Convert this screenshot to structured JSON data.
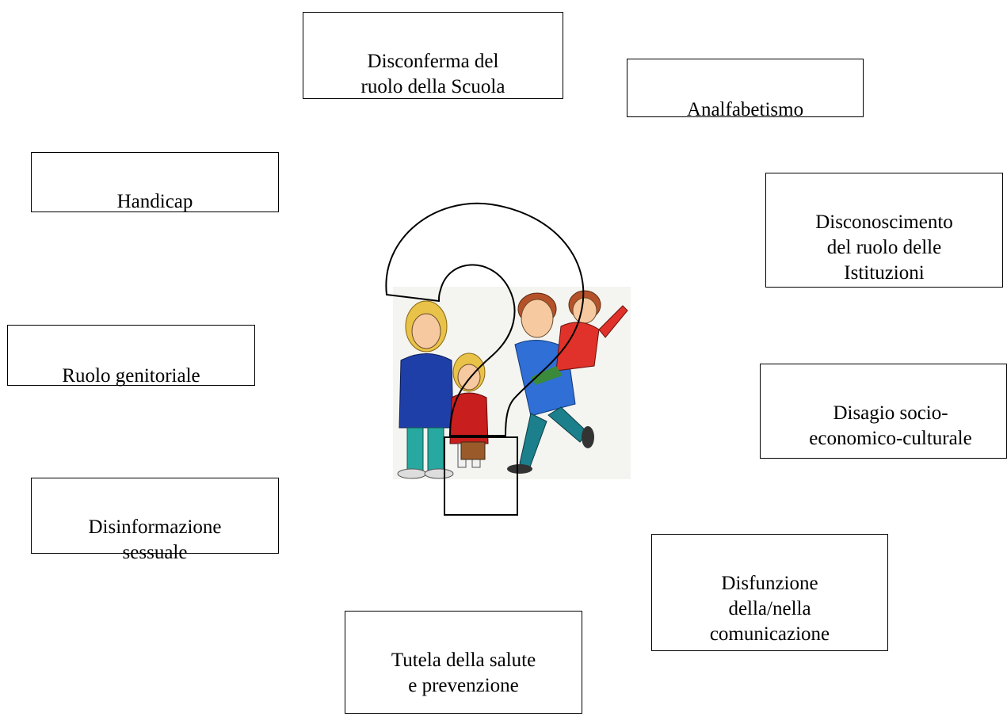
{
  "boxes": {
    "disconferma": "Disconferma del\nruolo della Scuola",
    "analfabetismo": "Analfabetismo",
    "handicap": "Handicap",
    "disconoscimento": "Disconoscimento\ndel ruolo delle\nIstituzioni",
    "ruolo_genitoriale": "Ruolo genitoriale",
    "disagio": "Disagio socio-\neconomico-culturale",
    "disinformazione": "Disinformazione\nsessuale",
    "disfunzione": "Disfunzione\ndella/nella\ncomunicazione",
    "tutela": "Tutela della salute\ne prevenzione"
  },
  "illustration": {
    "icon": "question-mark-family-icon",
    "colors": {
      "woman_jacket": "#1f3fa8",
      "woman_pants": "#27a8a0",
      "man_shirt": "#2f6fd6",
      "man_pants": "#1c7f8c",
      "girl_dress": "#c81e1e",
      "boy_shirt": "#e0322a",
      "hair_blonde": "#e9c24a",
      "hair_brown": "#b5522a",
      "skin": "#f6c9a0"
    }
  }
}
